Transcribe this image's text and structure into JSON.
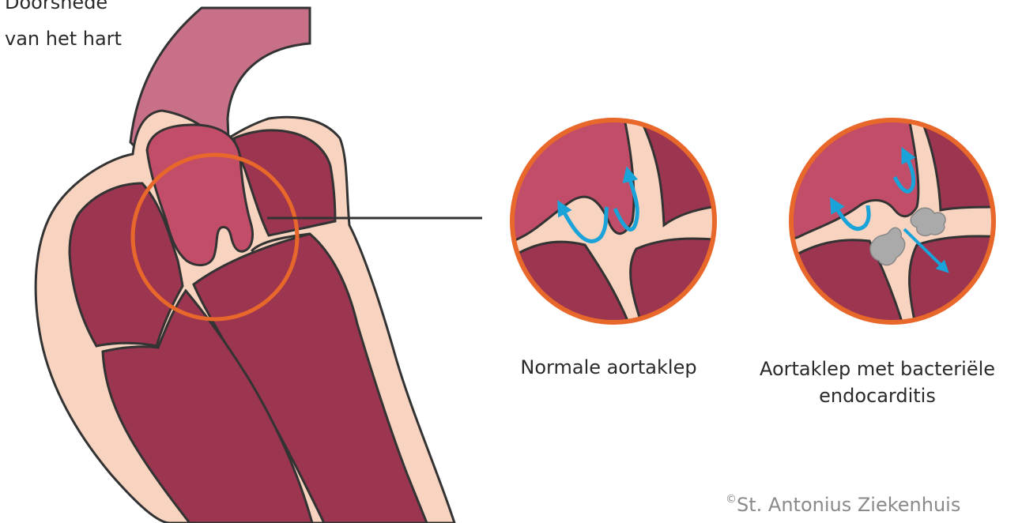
{
  "title": {
    "line1": "Doorsnede",
    "line2": "van het hart"
  },
  "captions": {
    "normal": "Normale aortaklep",
    "endocarditis_line1": "Aortaklep met bacteriële",
    "endocarditis_line2": "endocarditis"
  },
  "copyright": {
    "symbol": "©",
    "text": "St. Antonius Ziekenhuis"
  },
  "colors": {
    "tissue": "#f7d3c0",
    "outline": "#333333",
    "chamber": "#9c3550",
    "aorta_inner": "#c24d68",
    "aorta_tube": "#c77088",
    "highlight_ring": "#e8672a",
    "flow_arrow": "#1aa3d8",
    "vegetation": "#aaaaaa"
  }
}
